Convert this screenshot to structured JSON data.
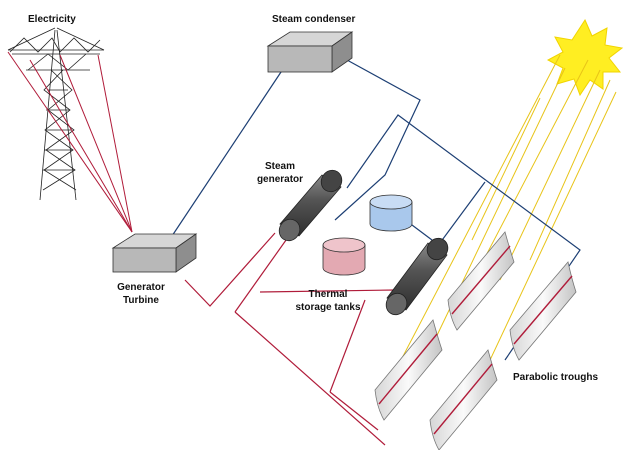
{
  "labels": {
    "electricity": "Electricity",
    "steam_condenser": "Steam condenser",
    "steam_generator_line1": "Steam",
    "steam_generator_line2": "generator",
    "generator_line1": "Generator",
    "generator_line2": "Turbine",
    "thermal_line1": "Thermal",
    "thermal_line2": "storage tanks",
    "parabolic_troughs": "Parabolic troughs"
  },
  "colors": {
    "hot_pipe": "#b01c3a",
    "cold_pipe": "#1d3f74",
    "sun": "#ffee22",
    "sun_ray": "#e8c418",
    "hot_tank": "#e3a9b2",
    "cold_tank": "#a9c8ec",
    "box": "#b8b8b8",
    "cylinder": "#4a4a4a"
  }
}
